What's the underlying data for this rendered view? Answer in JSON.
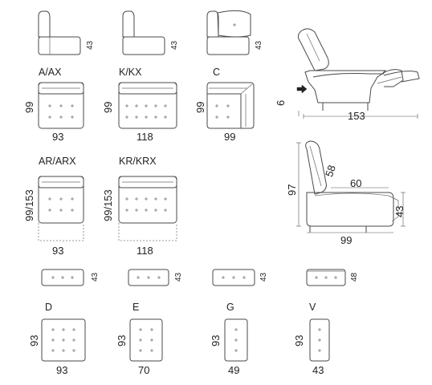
{
  "side_views": {
    "armless_height": "43",
    "armless2_height": "43",
    "cushion_height": "43"
  },
  "modules": [
    {
      "code": "A/AX",
      "width": "93",
      "depth": "99"
    },
    {
      "code": "K/KX",
      "width": "118",
      "depth": "99"
    },
    {
      "code": "C",
      "width": "99",
      "depth": "99"
    },
    {
      "code": "AR/ARX",
      "width": "93",
      "depth": "99/153"
    },
    {
      "code": "KR/KRX",
      "width": "118",
      "depth": "99/153"
    }
  ],
  "recliner": {
    "extended_depth": "153",
    "lift": "6"
  },
  "section": {
    "height": "97",
    "back_depth": "58",
    "seat_depth": "60",
    "seat_height": "43",
    "depth": "99"
  },
  "poufs_side_heights": [
    "43",
    "43",
    "43",
    "48"
  ],
  "poufs": [
    {
      "code": "D",
      "width": "93",
      "depth": "93"
    },
    {
      "code": "E",
      "width": "70",
      "depth": "93"
    },
    {
      "code": "G",
      "width": "49",
      "depth": "93"
    },
    {
      "code": "V",
      "width": "43",
      "depth": "93"
    }
  ]
}
